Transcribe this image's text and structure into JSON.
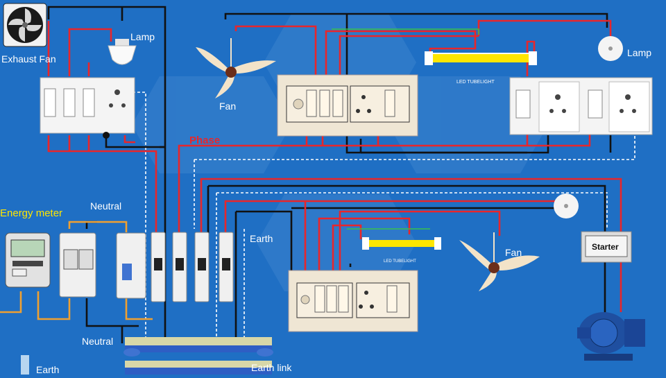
{
  "labels": {
    "exhaust_fan": "Exhaust Fan",
    "lamp_top_left": "Lamp",
    "fan_top": "Fan",
    "led_tubelight_top": "LED TUBELIGHT",
    "lamp_top_right": "Lamp",
    "phase": "Phase",
    "energy_meter": "Energy meter",
    "neutral_top": "Neutral",
    "earth_mid": "Earth",
    "led_tubelight_mid": "LED TUBELIGHT",
    "fan_mid": "Fan",
    "starter": "Starter",
    "neutral_bottom": "Neutral",
    "earth_link": "Earth link",
    "earth_bottom": "Earth"
  },
  "colors": {
    "background": "#1f6fc4",
    "phase_wire": "#e8262b",
    "neutral_wire": "#111111",
    "earth_wire": "#ffffff",
    "meter_wire": "#f0a030",
    "tube_light": "#ffe600",
    "led_tube_strip": "#39c24a"
  }
}
